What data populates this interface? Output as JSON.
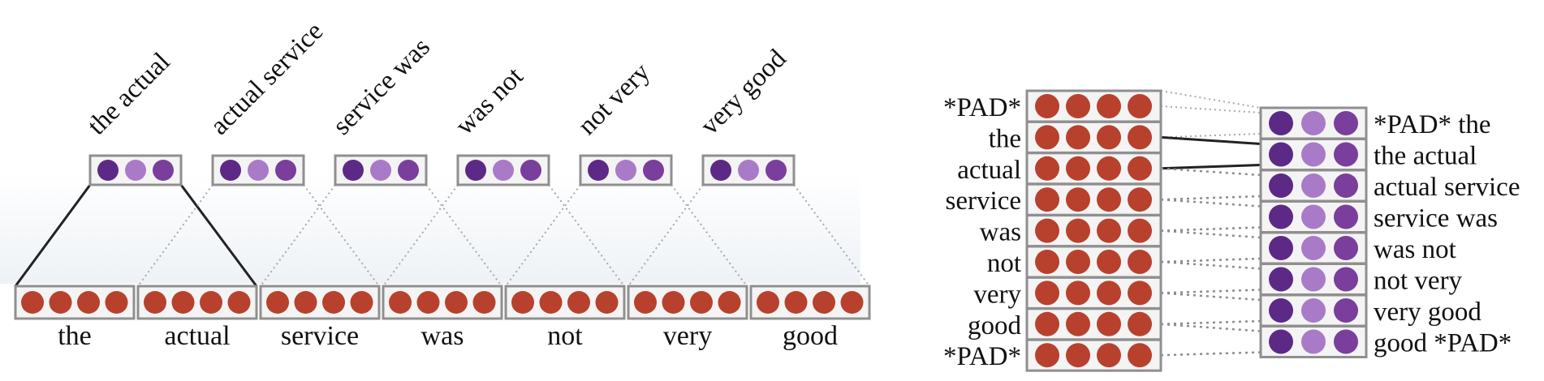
{
  "left_panel": {
    "words": [
      "the",
      "actual",
      "service",
      "was",
      "not",
      "very",
      "good"
    ],
    "bigrams": [
      "the actual",
      "actual service",
      "service was",
      "was not",
      "not very",
      "very good"
    ]
  },
  "right_panel": {
    "tokens": [
      "*PAD*",
      "the",
      "actual",
      "service",
      "was",
      "not",
      "very",
      "good",
      "*PAD*"
    ],
    "bigrams": [
      "*PAD* the",
      "the actual",
      "actual service",
      "service was",
      "was not",
      "not very",
      "very good",
      "good *PAD*"
    ]
  },
  "colors": {
    "word_vector": "#b8412e",
    "bigram_dark": "#5c2a86",
    "bigram_light": "#a97ac8",
    "bigram_mid": "#7a3e9c"
  },
  "icons": [
    "word-embedding-vector",
    "bigram-feature-vector"
  ]
}
